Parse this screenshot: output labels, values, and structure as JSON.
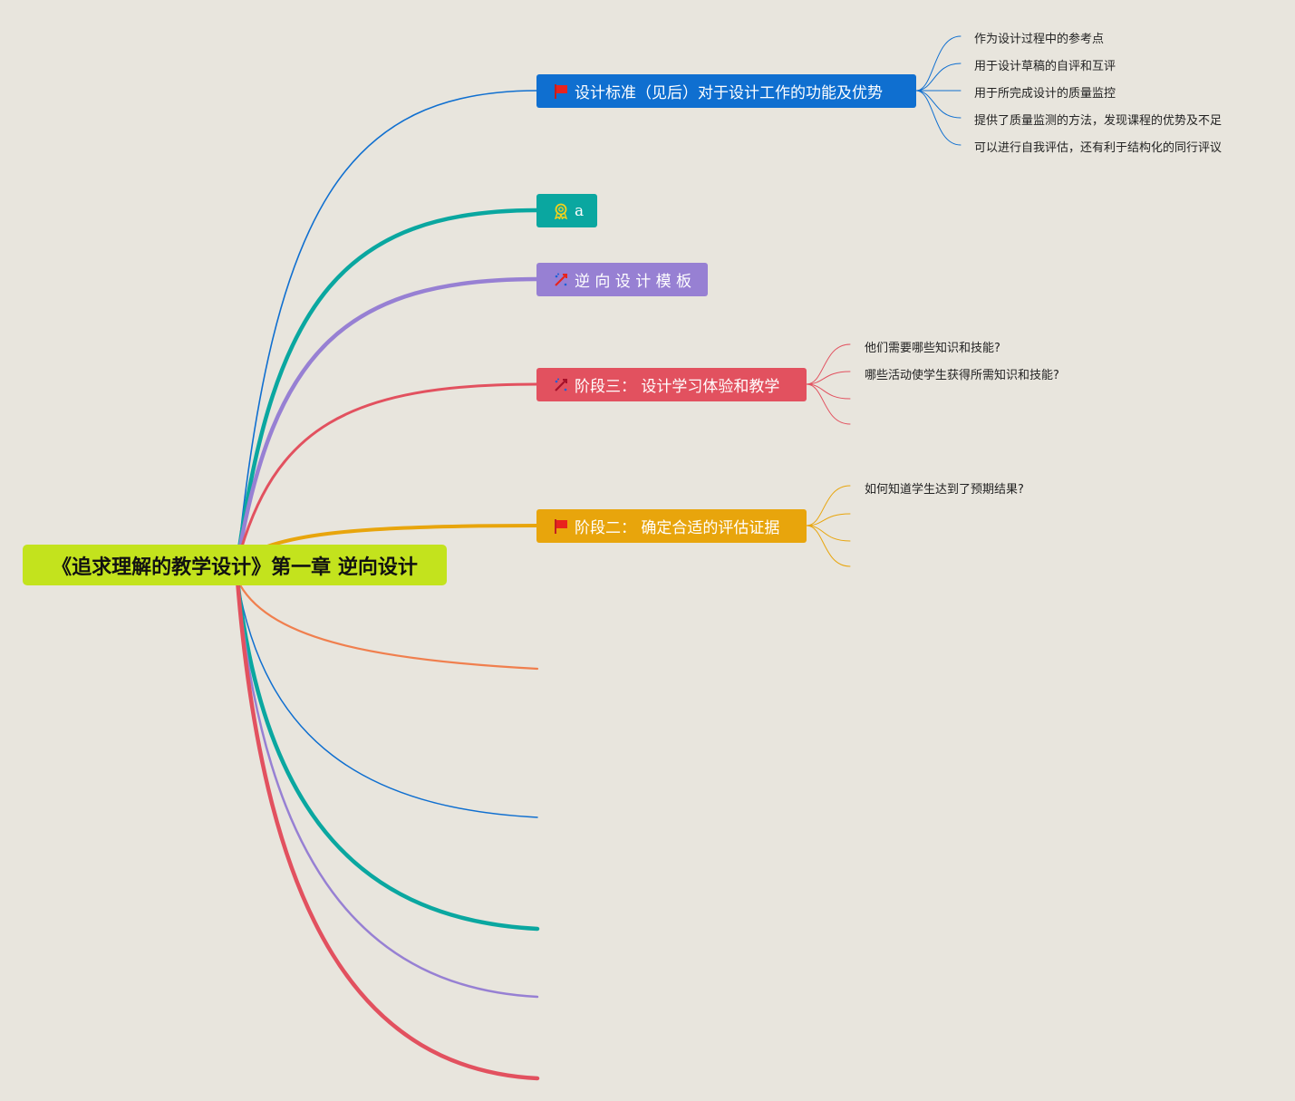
{
  "root": {
    "label": "《追求理解的教学设计》第一章 逆向设计",
    "color": "#c3e31d"
  },
  "branches": [
    {
      "id": "standards",
      "label": "设计标准（见后）对于设计工作的功能及优势",
      "color": "#0f6fd0",
      "icon": "red-flag-icon",
      "children": [
        "作为设计过程中的参考点",
        "用于设计草稿的自评和互评",
        "用于所完成设计的质量监控",
        "提供了质量监测的方法，发现课程的优势及不足",
        "可以进行自我评估，还有利于结构化的同行评议"
      ]
    },
    {
      "id": "a",
      "label": "a",
      "color": "#0aa7a0",
      "icon": "award-ribbon-icon",
      "children": []
    },
    {
      "id": "template",
      "label": "逆 向 设 计 模 板",
      "color": "#9780d3",
      "icon": "tools-icon",
      "children": []
    },
    {
      "id": "stage3",
      "label": "阶段三： 设计学习体验和教学",
      "color": "#e2515f",
      "icon": "tools-icon",
      "children": [
        "他们需要哪些知识和技能?",
        "哪些活动使学生获得所需知识和技能?",
        "",
        ""
      ]
    },
    {
      "id": "stage2",
      "label": "阶段二： 确定合适的评估证据",
      "color": "#e8a50c",
      "icon": "red-flag-icon",
      "children": [
        "如何知道学生达到了预期结果?",
        "",
        ""
      ]
    }
  ],
  "collapsed_branches": [
    {
      "color": "#f07f4e"
    },
    {
      "color": "#0f6fd0"
    },
    {
      "color": "#0aa7a0"
    },
    {
      "color": "#9780d3"
    },
    {
      "color": "#e2515f"
    }
  ]
}
